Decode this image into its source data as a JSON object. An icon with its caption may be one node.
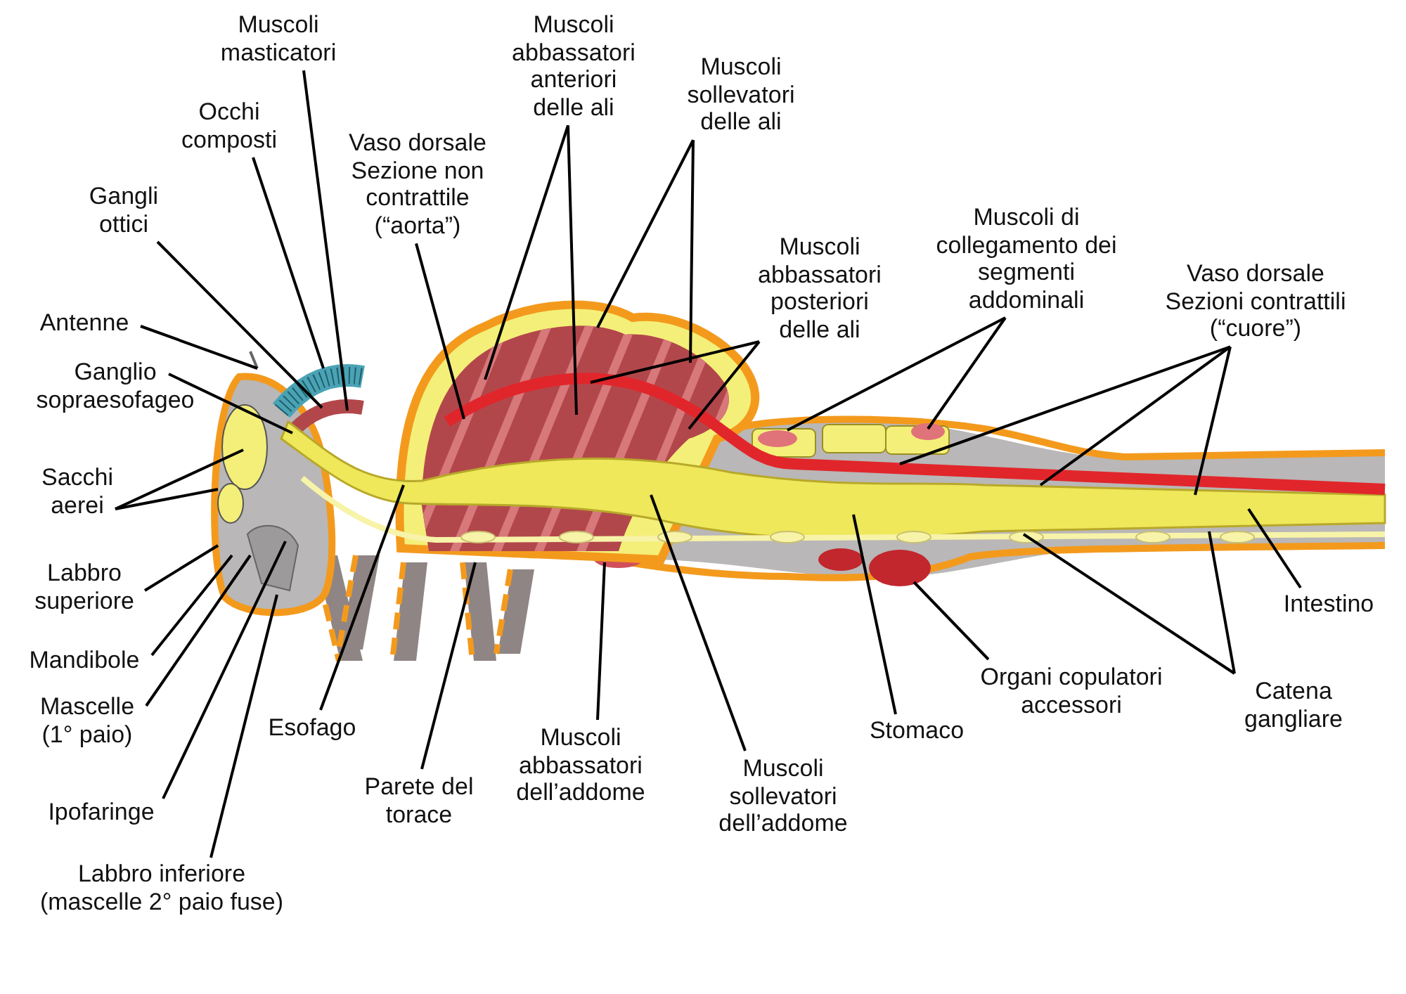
{
  "diagram": {
    "nodes": [
      {
        "text": [
          "Muscoli masticatori"
        ]
      },
      {
        "text": [
          "Occhi composti"
        ]
      },
      {
        "text": [
          "Gangli ottici"
        ]
      },
      {
        "text": [
          "Vaso dorsale Sezione non contrattile (“aorta”)"
        ]
      },
      {
        "text": [
          "Muscoli abbassatori anteriori delle ali"
        ]
      },
      {
        "text": [
          "Muscoli sollevatori delle ali"
        ]
      },
      {
        "text": [
          "Muscoli abbassatori posteriori delle ali"
        ]
      },
      {
        "text": [
          "Muscoli di collegamento dei segmenti addominali"
        ]
      },
      {
        "text": [
          "Vaso dorsale Sezioni contrattili (“cuore”)"
        ]
      },
      {
        "text": [
          "Antenne"
        ]
      },
      {
        "text": [
          "Ganglio sopraesofageo"
        ]
      },
      {
        "text": [
          "Sacchi aerei"
        ]
      },
      {
        "text": [
          "Labbro superiore"
        ]
      },
      {
        "text": [
          "Mandibole"
        ]
      },
      {
        "text": [
          "Mascelle (1° paio)"
        ]
      },
      {
        "text": [
          "Ipofaringe"
        ]
      },
      {
        "text": [
          "Labbro inferiore (mascelle 2° paio fuse)"
        ]
      },
      {
        "text": [
          "Esofago"
        ]
      },
      {
        "text": [
          "Parete del torace"
        ]
      },
      {
        "text": [
          "Muscoli abbassatori dell’addome"
        ]
      },
      {
        "text": [
          "Muscoli sollevatori dell’addome"
        ]
      },
      {
        "text": [
          "Stomaco"
        ]
      },
      {
        "text": [
          "Organi copulatori accessori"
        ]
      },
      {
        "text": [
          "Catena gangliare"
        ]
      },
      {
        "text": [
          "Intestino"
        ]
      }
    ],
    "edges": [
      {
        "from": 0,
        "to": null,
        "arrow": "none"
      },
      {
        "from": 1,
        "to": null,
        "arrow": "none"
      },
      {
        "from": 2,
        "to": null,
        "arrow": "none"
      },
      {
        "from": 3,
        "to": null,
        "arrow": "none"
      },
      {
        "from": 4,
        "to": null,
        "arrow": "none"
      },
      {
        "from": 4,
        "to": null,
        "arrow": "none"
      },
      {
        "from": 5,
        "to": null,
        "arrow": "none"
      },
      {
        "from": 5,
        "to": null,
        "arrow": "none"
      },
      {
        "from": 6,
        "to": null,
        "arrow": "none"
      },
      {
        "from": 6,
        "to": null,
        "arrow": "none"
      },
      {
        "from": 7,
        "to": null,
        "arrow": "none"
      },
      {
        "from": 7,
        "to": null,
        "arrow": "none"
      },
      {
        "from": 8,
        "to": null,
        "arrow": "none"
      },
      {
        "from": 8,
        "to": null,
        "arrow": "none"
      },
      {
        "from": 8,
        "to": null,
        "arrow": "none"
      },
      {
        "from": 9,
        "to": null,
        "arrow": "none"
      },
      {
        "from": 10,
        "to": null,
        "arrow": "none"
      },
      {
        "from": 11,
        "to": null,
        "arrow": "none"
      },
      {
        "from": 11,
        "to": null,
        "arrow": "none"
      },
      {
        "from": 12,
        "to": null,
        "arrow": "none"
      },
      {
        "from": 13,
        "to": null,
        "arrow": "none"
      },
      {
        "from": 14,
        "to": null,
        "arrow": "none"
      },
      {
        "from": 15,
        "to": null,
        "arrow": "none"
      },
      {
        "from": 16,
        "to": null,
        "arrow": "none"
      },
      {
        "from": 17,
        "to": null,
        "arrow": "none"
      },
      {
        "from": 18,
        "to": null,
        "arrow": "none"
      },
      {
        "from": 19,
        "to": null,
        "arrow": "none"
      },
      {
        "from": 20,
        "to": null,
        "arrow": "none"
      },
      {
        "from": 21,
        "to": null,
        "arrow": "none"
      },
      {
        "from": 22,
        "to": null,
        "arrow": "none"
      },
      {
        "from": 23,
        "to": null,
        "arrow": "none"
      },
      {
        "from": 23,
        "to": null,
        "arrow": "none"
      },
      {
        "from": 24,
        "to": null,
        "arrow": "none"
      }
    ]
  }
}
